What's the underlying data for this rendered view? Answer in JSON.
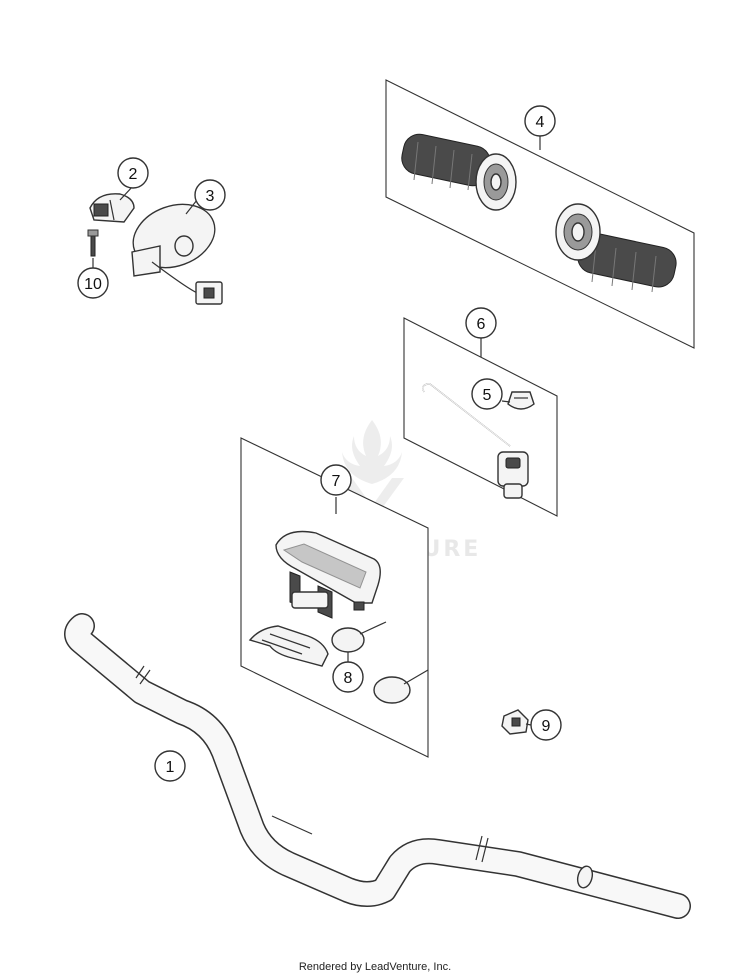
{
  "callouts": [
    "1",
    "2",
    "3",
    "4",
    "5",
    "6",
    "7",
    "8",
    "9",
    "10"
  ],
  "watermark": "LEADVENTURE",
  "footer": "Rendered by LeadVenture, Inc."
}
